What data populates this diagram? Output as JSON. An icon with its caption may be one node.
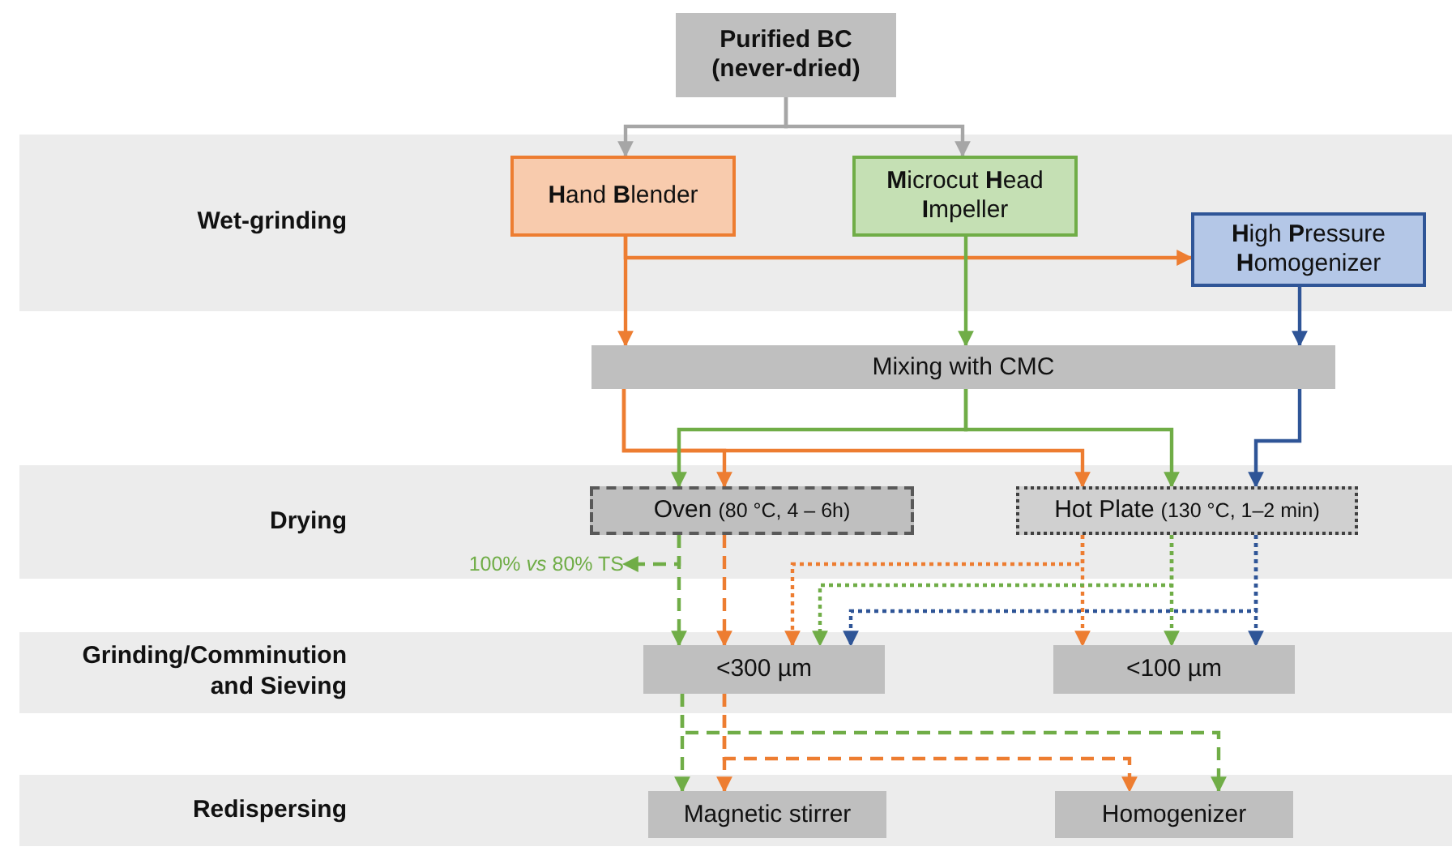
{
  "diagram": {
    "nodes": [
      {
        "text": [
          "Purified BC (never-dried)"
        ]
      },
      {
        "text": [
          "Wet-grinding"
        ]
      },
      {
        "text": [
          "**H**and **B**lender"
        ],
        "in": 1
      },
      {
        "text": [
          "**M**icrocut **H**ead **I**mpeller"
        ],
        "in": 1
      },
      {
        "text": [
          "**H**igh **P**ressure **H**omogenizer"
        ],
        "in": 1
      },
      {
        "text": [
          "Mixing with CMC"
        ]
      },
      {
        "text": [
          "Drying"
        ]
      },
      {
        "text": [
          "Oven",
          "(80 °C, 4 – 6h)"
        ],
        "in": 6
      },
      {
        "text": [
          "Hot Plate",
          "(130 °C, 1–2 min)"
        ],
        "in": 6
      },
      {
        "text": [
          "100% *vs* 80% TS"
        ],
        "in": 6
      },
      {
        "text": [
          "Grinding/Comminution and Sieving"
        ]
      },
      {
        "text": [
          "<300 µm"
        ],
        "in": 10
      },
      {
        "text": [
          "<100 µm"
        ],
        "in": 10
      },
      {
        "text": [
          "Redispersing"
        ]
      },
      {
        "text": [
          "Magnetic stirrer"
        ],
        "in": 13
      },
      {
        "text": [
          "Homogenizer"
        ],
        "in": 13
      }
    ],
    "edges": [
      {
        "from": 0,
        "to": 2,
        "arrow": "to",
        "color": "#a6a6a6"
      },
      {
        "from": 0,
        "to": 3,
        "arrow": "to",
        "color": "#a6a6a6"
      },
      {
        "from": 2,
        "to": 4,
        "arrow": "to",
        "color": "#ed7d31"
      },
      {
        "from": 2,
        "to": 5,
        "arrow": "to",
        "color": "#ed7d31"
      },
      {
        "from": 3,
        "to": 5,
        "arrow": "to",
        "color": "#70ad47"
      },
      {
        "from": 4,
        "to": 5,
        "arrow": "to",
        "color": "#2f5597"
      },
      {
        "from": 5,
        "to": 7,
        "arrow": "to",
        "color": "#ed7d31"
      },
      {
        "from": 5,
        "to": 8,
        "arrow": "to",
        "color": "#ed7d31"
      },
      {
        "from": 5,
        "to": 7,
        "arrow": "to",
        "color": "#70ad47"
      },
      {
        "from": 5,
        "to": 8,
        "arrow": "to",
        "color": "#70ad47"
      },
      {
        "from": 5,
        "to": 8,
        "arrow": "to",
        "color": "#2f5597"
      },
      {
        "from": 7,
        "to": 11,
        "arrow": "to",
        "style": "dashed",
        "color": "#70ad47"
      },
      {
        "from": 7,
        "to": 11,
        "arrow": "to",
        "style": "dashed",
        "color": "#ed7d31"
      },
      {
        "from": 7,
        "to": 9,
        "arrow": "to",
        "style": "dashed",
        "color": "#70ad47"
      },
      {
        "from": 8,
        "to": 11,
        "arrow": "to",
        "style": "dashed",
        "color": "#ed7d31"
      },
      {
        "from": 8,
        "to": 12,
        "arrow": "to",
        "style": "dashed",
        "color": "#ed7d31"
      },
      {
        "from": 8,
        "to": 11,
        "arrow": "to",
        "style": "dashed",
        "color": "#70ad47"
      },
      {
        "from": 8,
        "to": 12,
        "arrow": "to",
        "style": "dashed",
        "color": "#70ad47"
      },
      {
        "from": 8,
        "to": 11,
        "arrow": "to",
        "style": "dashed",
        "color": "#2f5597"
      },
      {
        "from": 8,
        "to": 12,
        "arrow": "to",
        "style": "dashed",
        "color": "#2f5597"
      },
      {
        "from": 11,
        "to": 14,
        "arrow": "to",
        "style": "dashed",
        "color": "#70ad47"
      },
      {
        "from": 11,
        "to": 15,
        "arrow": "to",
        "style": "dashed",
        "color": "#70ad47"
      },
      {
        "from": 11,
        "to": 14,
        "arrow": "to",
        "style": "dashed",
        "color": "#ed7d31"
      },
      {
        "from": 11,
        "to": 15,
        "arrow": "to",
        "style": "dashed",
        "color": "#ed7d31"
      }
    ]
  }
}
